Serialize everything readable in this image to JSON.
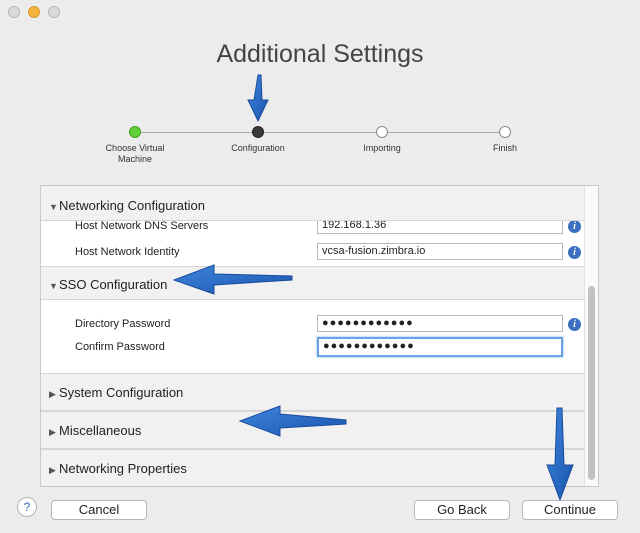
{
  "window": {
    "title": "Additional Settings"
  },
  "steps": [
    {
      "label": "Choose Virtual Machine",
      "state": "done"
    },
    {
      "label": "Configuration",
      "state": "active"
    },
    {
      "label": "Importing",
      "state": "pending"
    },
    {
      "label": "Finish",
      "state": "pending"
    }
  ],
  "sections": {
    "networking_configuration": {
      "label": "Networking Configuration",
      "expanded": true,
      "fields": {
        "dns_servers": {
          "label": "Host Network DNS Servers",
          "value": "192.168.1.36"
        },
        "identity": {
          "label": "Host Network Identity",
          "value": "vcsa-fusion.zimbra.io"
        }
      }
    },
    "sso_configuration": {
      "label": "SSO Configuration",
      "expanded": true,
      "fields": {
        "directory_password": {
          "label": "Directory Password",
          "value": "●●●●●●●●●●●●"
        },
        "confirm_password": {
          "label": "Confirm Password",
          "value": "●●●●●●●●●●●●"
        }
      }
    },
    "system_configuration": {
      "label": "System Configuration",
      "expanded": false
    },
    "miscellaneous": {
      "label": "Miscellaneous",
      "expanded": false
    },
    "networking_properties": {
      "label": "Networking Properties",
      "expanded": false
    }
  },
  "icons": {
    "expanded_triangle": "▼",
    "collapsed_triangle": "▶",
    "info": "i",
    "help": "?"
  },
  "buttons": {
    "cancel": "Cancel",
    "go_back": "Go Back",
    "continue": "Continue"
  },
  "colors": {
    "accent_blue": "#3b6fc0",
    "step_done": "#5fcf3a",
    "annotation_arrow": "#1e5db5"
  }
}
